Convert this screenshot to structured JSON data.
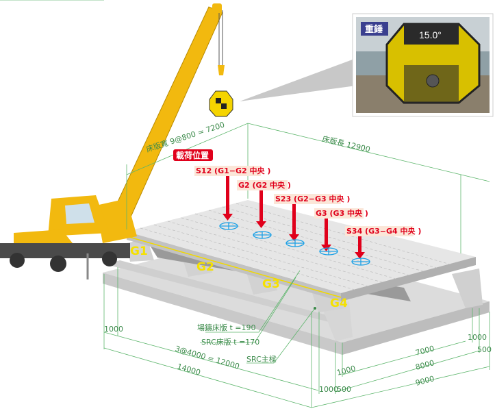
{
  "inset": {
    "title": "重錘",
    "display": "15.0°"
  },
  "load_title": "載荷位置",
  "load_points": [
    {
      "label": "S12 (G1−G2 中央 )"
    },
    {
      "label": "G2 (G2 中央 )"
    },
    {
      "label": "S23 (G2−G3 中央 )"
    },
    {
      "label": "G3 (G3 中央 )"
    },
    {
      "label": "S34 (G3−G4 中央 )"
    }
  ],
  "girders": [
    "G1",
    "G2",
    "G3",
    "G4"
  ],
  "dimensions": {
    "slab_width": "床版寬 9@800 = 7200",
    "slab_length": "床版長 12900",
    "span_sub": "3@4000 = 12000",
    "span_total": "14000",
    "left_1000": "1000",
    "front_1000": "1000",
    "front_500": "500",
    "right_1000": "1000",
    "right_500": "500",
    "w7000": "7000",
    "w8000": "8000",
    "w9000": "9000",
    "inner_1000": "1000"
  },
  "callouts": {
    "cast_slab": "場鑄床版 t =190",
    "src_slab": "SRC床版 t =170",
    "src_girder": "SRC主樑"
  },
  "colors": {
    "load": "#e0001b",
    "dim": "#3b8a4a",
    "girder_label": "#f5e100",
    "marker": "#1aa0e6"
  }
}
